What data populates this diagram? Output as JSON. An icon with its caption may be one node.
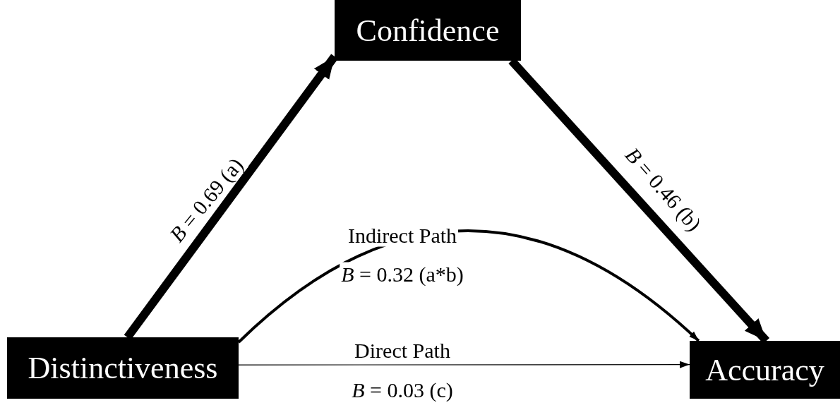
{
  "diagram": {
    "nodes": [
      {
        "text": [
          "Confidence"
        ]
      },
      {
        "text": [
          "Distinctiveness"
        ]
      },
      {
        "text": [
          "Accuracy"
        ]
      }
    ],
    "edges": [
      {
        "from": 1,
        "to": 0,
        "arrow": "to",
        "style": "thick",
        "label": "*B* = 0.69 (a)"
      },
      {
        "from": 0,
        "to": 2,
        "arrow": "to",
        "style": "thick",
        "label": "*B* = 0.46 (b)"
      },
      {
        "from": 1,
        "to": 2,
        "arrow": "to",
        "label": "Indirect Path"
      },
      {
        "from": 1,
        "to": 2,
        "arrow": "to",
        "label": "Direct Path"
      }
    ],
    "labels": [
      "*B* = 0.32 (a*b)",
      "*B* = 0.03 (c)"
    ]
  }
}
